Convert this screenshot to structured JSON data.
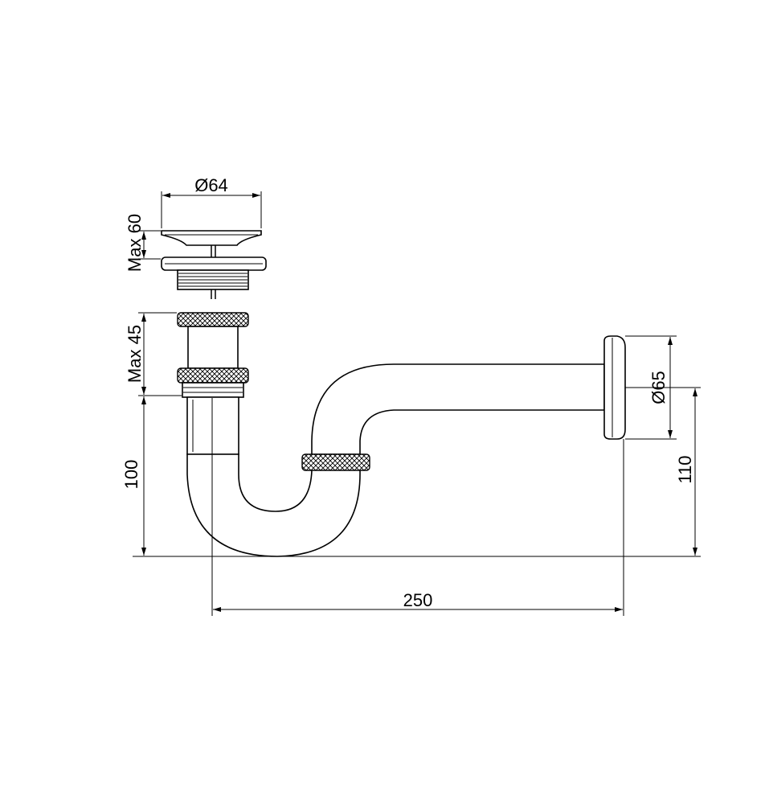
{
  "dimensions": {
    "waste_diameter": "Ø64",
    "waste_max_height": "Max 60",
    "nut_max_height": "Max 45",
    "inlet_height": "100",
    "overall_width": "250",
    "wall_flange_diameter": "Ø65",
    "outlet_height": "110"
  },
  "colors": {
    "line": "#000000",
    "background": "#ffffff"
  }
}
